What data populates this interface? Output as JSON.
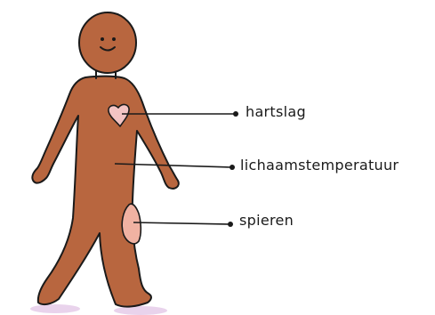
{
  "diagram": {
    "labels": {
      "heartbeat": "hartslag",
      "body_temperature": "lichaamstemperatuur",
      "muscles": "spieren"
    },
    "colors": {
      "skin": "#b8663f",
      "outline": "#1a1a1a",
      "heart": "#f3c4c4",
      "muscle": "#f0b2a2",
      "ground_shadow": "#e9d3ec"
    },
    "icons": [
      "smiley-face-icon",
      "heart-icon",
      "muscle-patch-icon"
    ]
  }
}
